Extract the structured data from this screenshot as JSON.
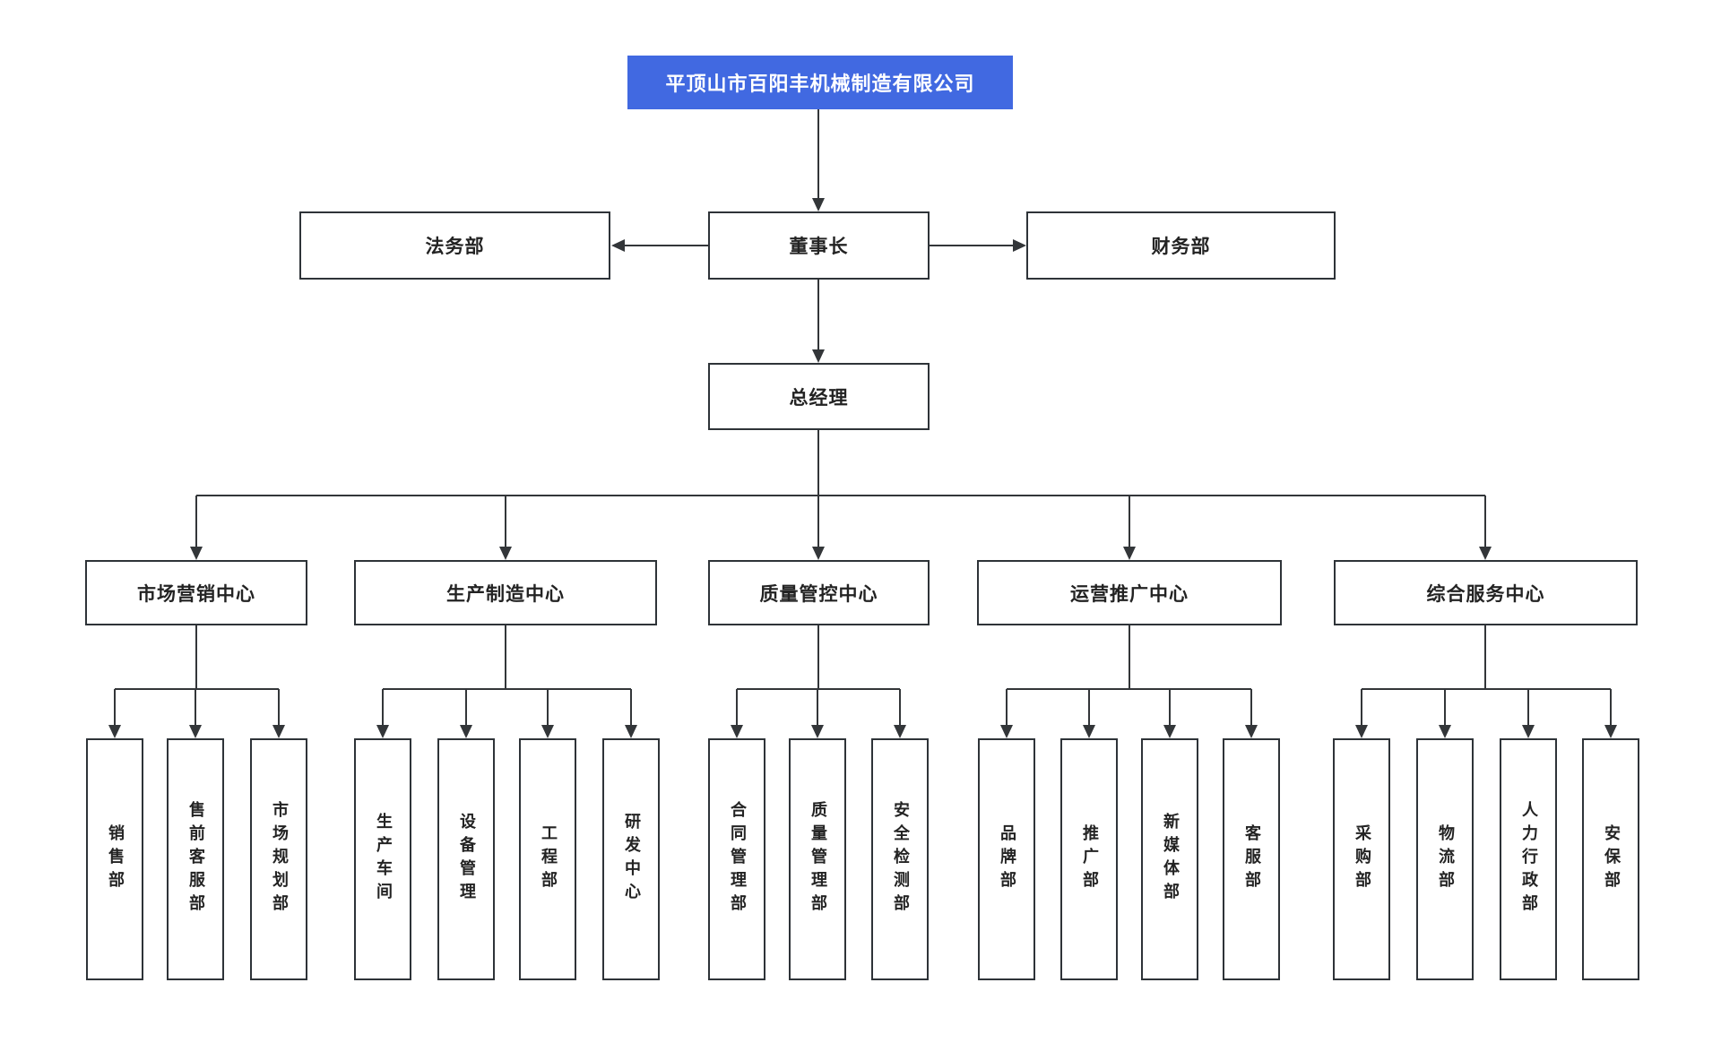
{
  "colors": {
    "root_fill": "#4169e1",
    "root_text": "#ffffff",
    "box_border": "#2e3338",
    "line": "#333639",
    "text": "#232323",
    "background": "#ffffff"
  },
  "nodes": {
    "company": "平顶山市百阳丰机械制造有限公司",
    "legal": "法务部",
    "chairman": "董事长",
    "finance": "财务部",
    "gm": "总经理"
  },
  "centers": [
    {
      "label": "市场营销中心",
      "departments": [
        "销售部",
        "售前客服部",
        "市场规划部"
      ]
    },
    {
      "label": "生产制造中心",
      "departments": [
        "生产车间",
        "设备管理",
        "工程部",
        "研发中心"
      ]
    },
    {
      "label": "质量管控中心",
      "departments": [
        "合同管理部",
        "质量管理部",
        "安全检测部"
      ]
    },
    {
      "label": "运营推广中心",
      "departments": [
        "品牌部",
        "推广部",
        "新媒体部",
        "客服部"
      ]
    },
    {
      "label": "综合服务中心",
      "departments": [
        "采购部",
        "物流部",
        "人力行政部",
        "安保部"
      ]
    }
  ]
}
